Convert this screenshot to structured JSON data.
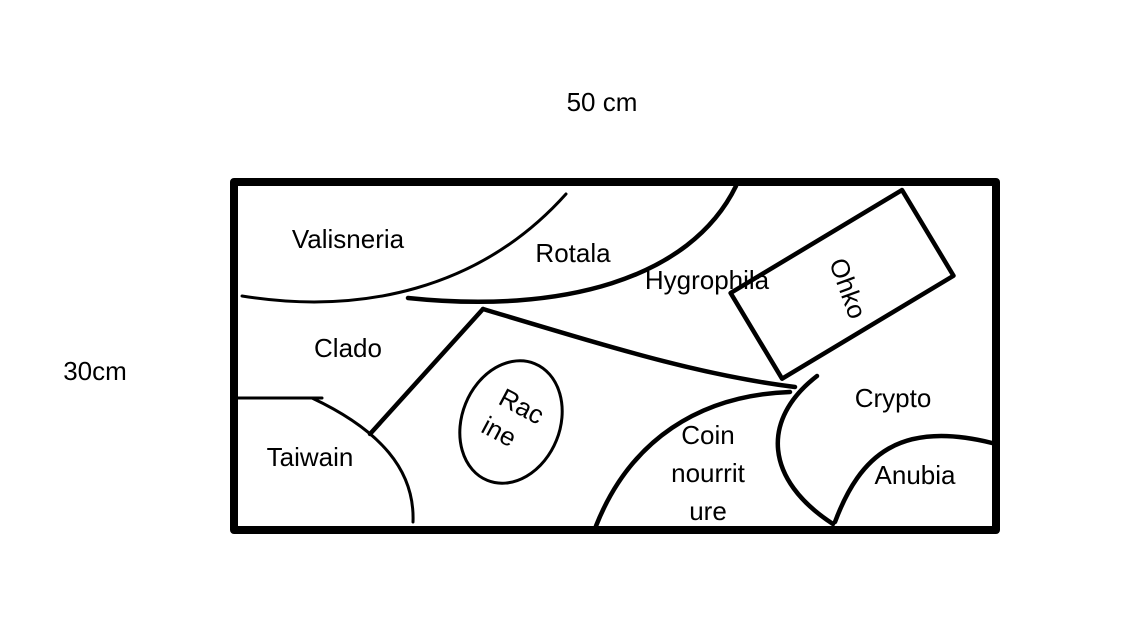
{
  "dimensions": {
    "width_label": "50 cm",
    "height_label": "30cm"
  },
  "zones": {
    "valisneria": "Valisneria",
    "rotala": "Rotala",
    "hygrophila": "Hygrophila",
    "clado": "Clado",
    "taiwain": "Taiwain",
    "crypto": "Crypto",
    "anubia": "Anubia",
    "coin_line1": "Coin",
    "coin_line2": "nourrit",
    "coin_line3": "ure"
  },
  "decor": {
    "ohko": "Ohko",
    "racine_line1": "Rac",
    "racine_line2": "ine"
  },
  "colors": {
    "decor_fill": "#e84126",
    "outline": "#000000"
  }
}
